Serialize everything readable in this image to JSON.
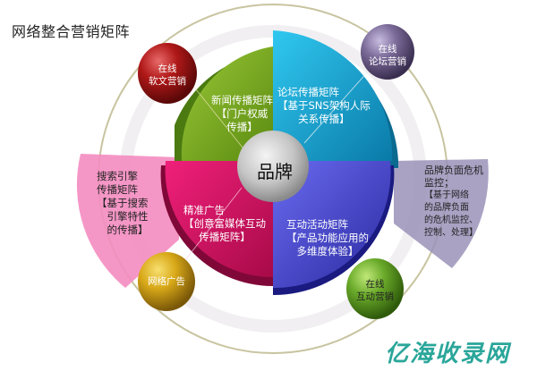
{
  "title": "网络整合营销矩阵",
  "center": {
    "label": "品牌"
  },
  "quadrants": [
    {
      "id": "news",
      "color": "#7aab1f",
      "lines": [
        "新闻传播矩阵",
        "【门户权威",
        "传播】"
      ]
    },
    {
      "id": "forum",
      "color": "#1aa8d8",
      "lines": [
        "论坛传播矩阵",
        "【基于SNS架构人际",
        "关系传播】"
      ]
    },
    {
      "id": "ads",
      "color": "#d81a6a",
      "lines": [
        "精准广告",
        "【创意富媒体互动",
        "传播矩阵】"
      ]
    },
    {
      "id": "interactive",
      "color": "#4a4ad8",
      "lines": [
        "互动活动矩阵",
        "【产品功能应用的",
        "多维度体验】"
      ]
    }
  ],
  "side_panels": [
    {
      "id": "search",
      "color": "#f48cc0",
      "lines": [
        "搜索引擎",
        "传播矩阵",
        "【基于搜索",
        "引擎特性",
        "的传播】"
      ]
    },
    {
      "id": "crisis",
      "color": "#9a92b8",
      "lines": [
        "品牌负面危机",
        "监控；",
        "【基于网络",
        "的品牌负面",
        "的危机监控、",
        "控制、处理】"
      ]
    }
  ],
  "balls": [
    {
      "id": "soft-article",
      "color": "#b01818",
      "lines": [
        "在线",
        "软文营销"
      ]
    },
    {
      "id": "forum-marketing",
      "color": "#7a6a98",
      "lines": [
        "在线",
        "论坛营销"
      ]
    },
    {
      "id": "web-ads",
      "color": "#d8a818",
      "lines": [
        "网络广告"
      ]
    },
    {
      "id": "interactive-marketing",
      "color": "#6aaa2a",
      "lines": [
        "在线",
        "互动营销"
      ]
    }
  ],
  "watermark": "亿海收录网"
}
